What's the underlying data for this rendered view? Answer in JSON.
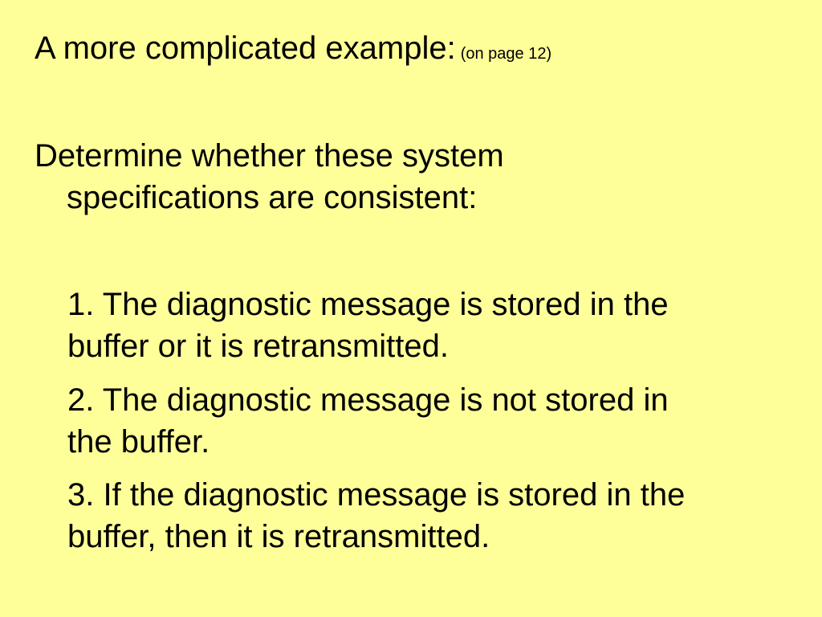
{
  "slide": {
    "heading": {
      "text": "A more complicated example:",
      "note": "(on page 12)"
    },
    "intro": {
      "line1": "Determine whether these system",
      "line2": "specifications are consistent:"
    },
    "specifications": [
      {
        "line1": "1. The diagnostic message is stored in the",
        "line2": "buffer or it is retransmitted."
      },
      {
        "line1": "2. The diagnostic message is not stored in",
        "line2": "the buffer."
      },
      {
        "line1": "3. If the diagnostic message is stored in the",
        "line2": "buffer, then it is retransmitted."
      }
    ],
    "background_color": "#ffff99"
  }
}
